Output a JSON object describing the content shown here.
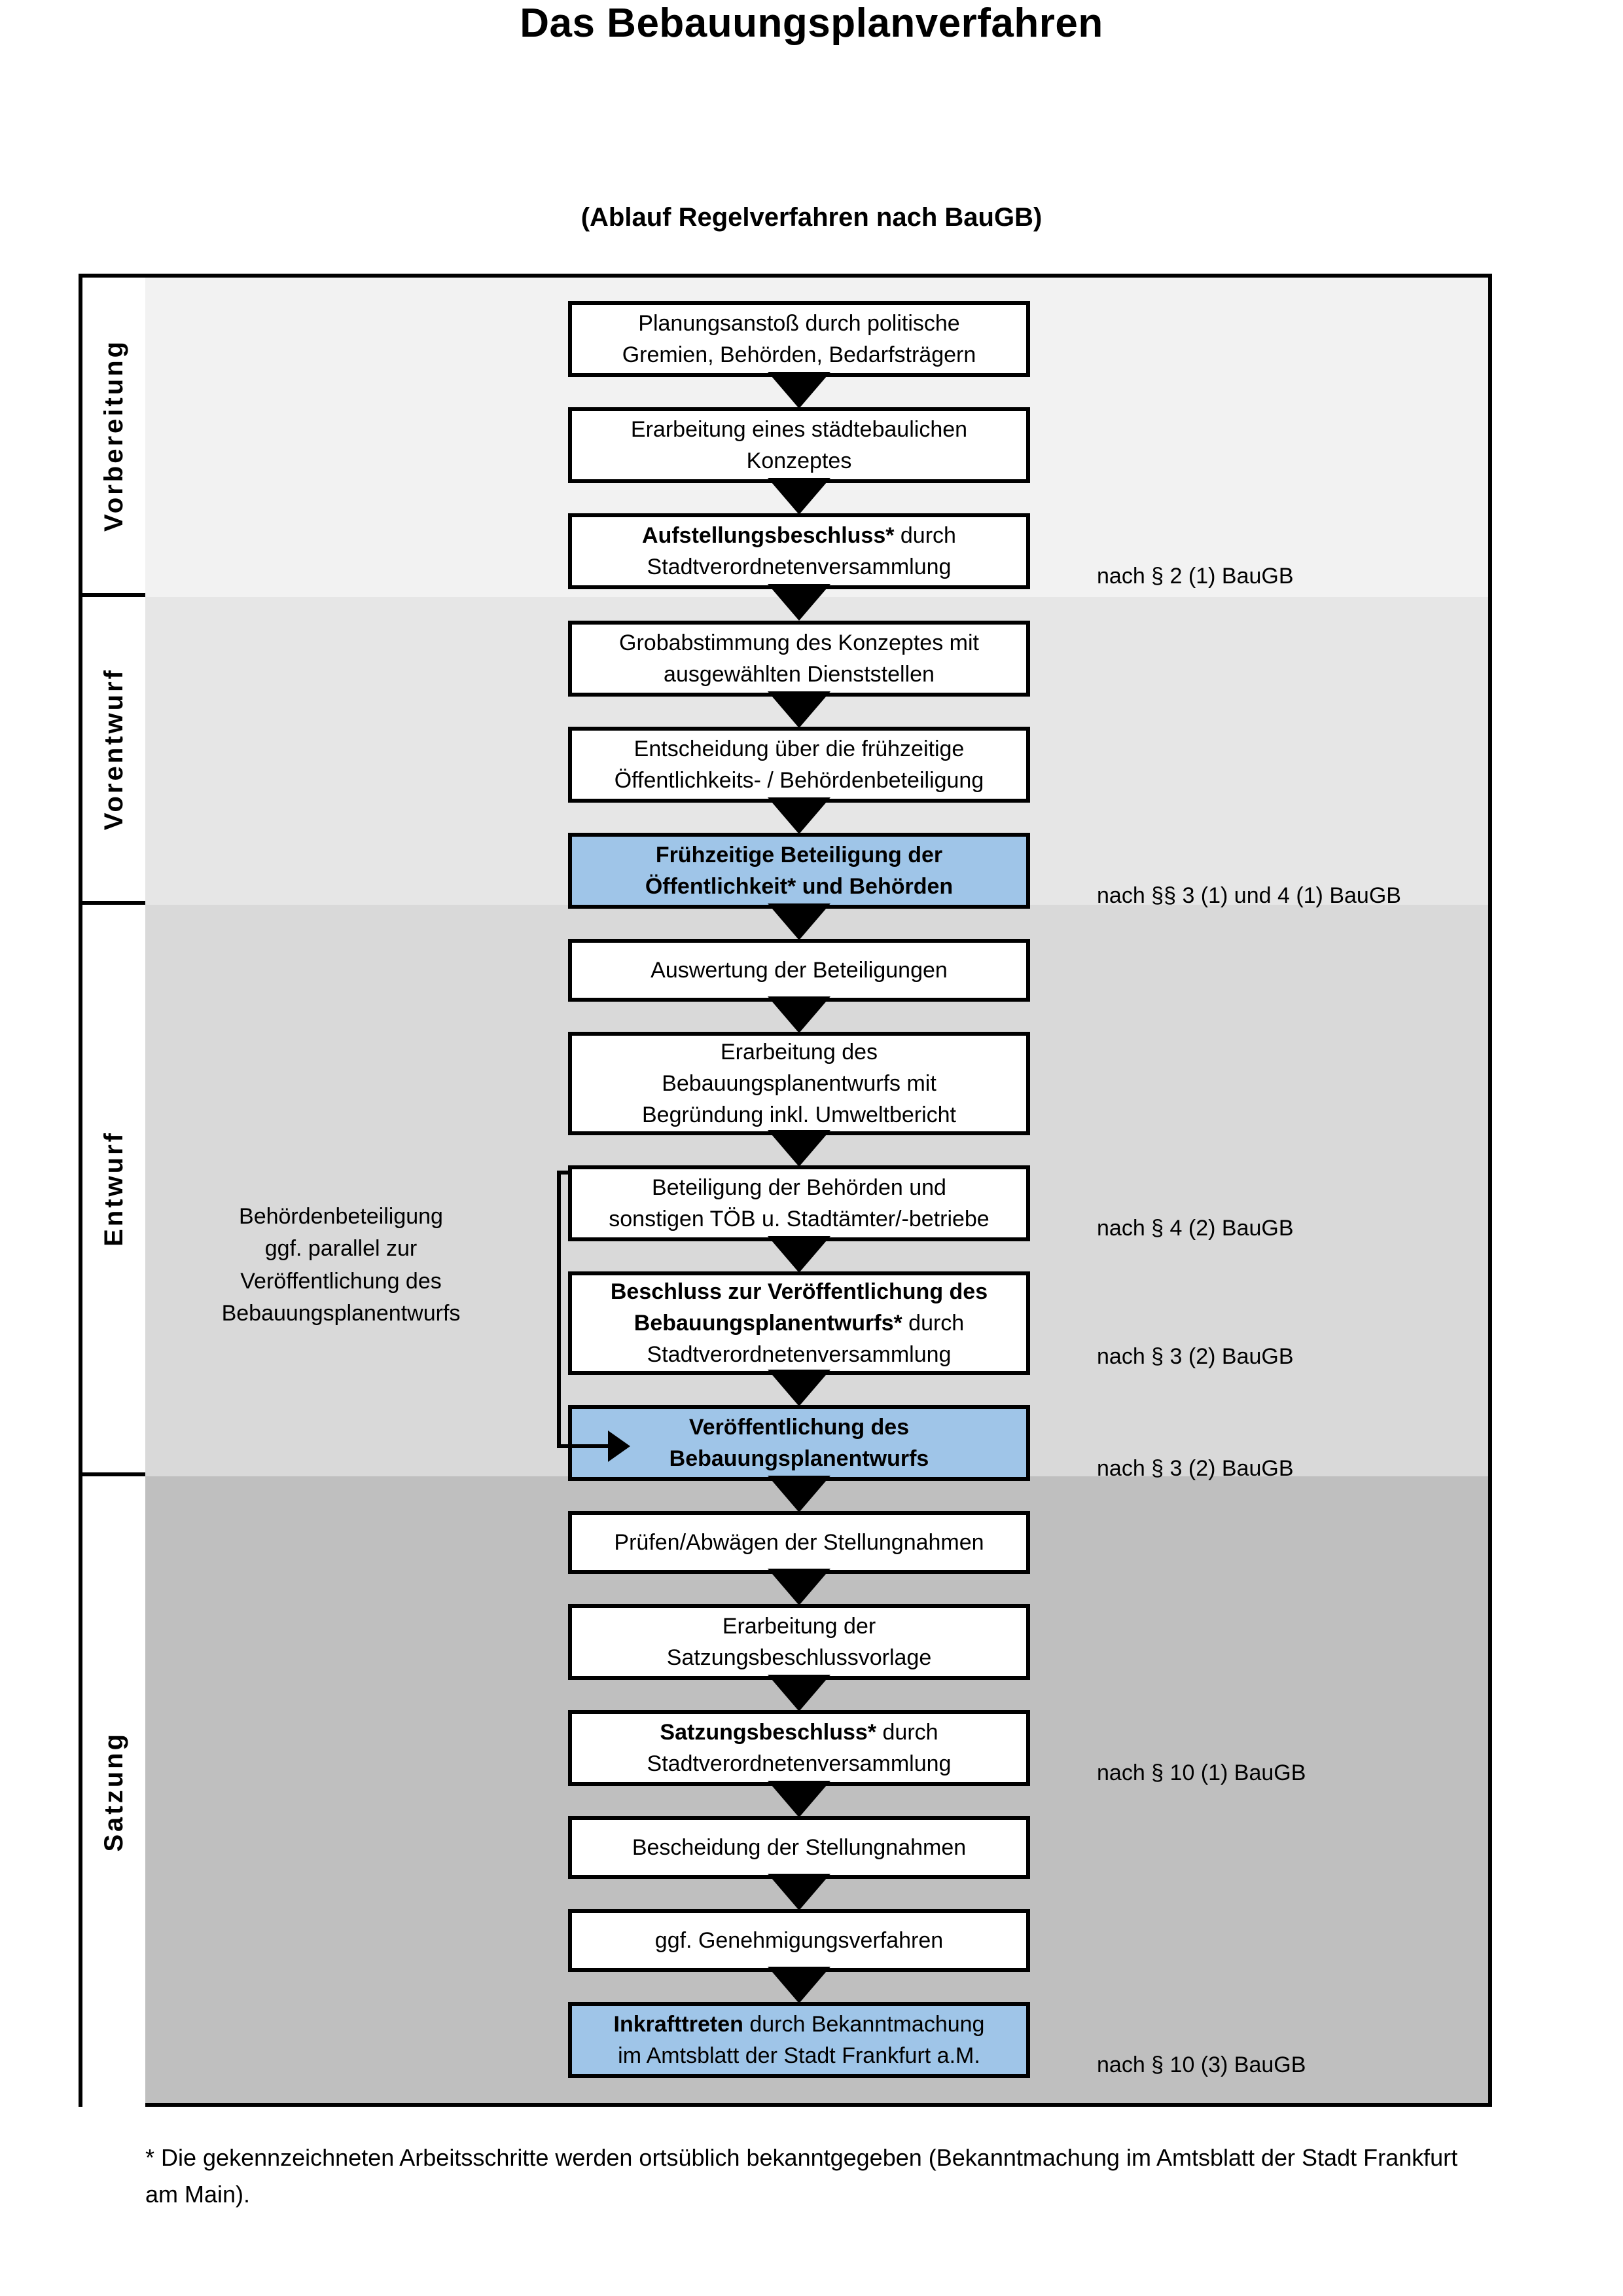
{
  "title": "Das Bebauungsplanverfahren",
  "subtitle": "(Ablauf Regelverfahren nach BauGB)",
  "colors": {
    "highlight_blue": "#9fc5e8",
    "band_vorbereitung": "#f2f2f2",
    "band_vorentwurf": "#e6e6e6",
    "band_entwurf": "#d9d9d9",
    "band_satzung": "#bfbfbf",
    "box_border": "#000000"
  },
  "phases": [
    {
      "label": "Vorbereitung"
    },
    {
      "label": "Vorentwurf"
    },
    {
      "label": "Entwurf"
    },
    {
      "label": "Satzung"
    }
  ],
  "steps": [
    {
      "id": "planungsanstoss",
      "line1": "Planungsanstoß durch politische",
      "line2": "Gremien, Behörden, Bedarfsträgern",
      "bold": false,
      "highlight": false
    },
    {
      "id": "staedtebauliches-konzept",
      "line1": "Erarbeitung eines städtebaulichen",
      "line2": "Konzeptes",
      "bold": false,
      "highlight": false
    },
    {
      "id": "aufstellungsbeschluss",
      "line1_bold": "Aufstellungsbeschluss*",
      "line1_rest": " durch",
      "line2": "Stadtverordnetenversammlung",
      "highlight": false
    },
    {
      "id": "grobabstimmung",
      "line1": "Grobabstimmung des Konzeptes mit",
      "line2": "ausgewählten Dienststellen",
      "bold": false,
      "highlight": false
    },
    {
      "id": "entscheidung-fruehzeitige",
      "line1": "Entscheidung über die frühzeitige",
      "line2": "Öffentlichkeits- / Behördenbeteiligung",
      "bold": false,
      "highlight": false
    },
    {
      "id": "fruehzeitige-beteiligung",
      "line1": "Frühzeitige Beteiligung der",
      "line2": "Öffentlichkeit* und Behörden",
      "bold": true,
      "highlight": true
    },
    {
      "id": "auswertung-beteiligungen",
      "line1": "Auswertung der Beteiligungen",
      "bold": false,
      "highlight": false
    },
    {
      "id": "erarbeitung-entwurf",
      "line1": "Erarbeitung des",
      "line2": "Bebauungsplanentwurfs mit",
      "line3": "Begründung inkl. Umweltbericht",
      "bold": false,
      "highlight": false
    },
    {
      "id": "beteiligung-behoerden",
      "line1": "Beteiligung der Behörden und",
      "line2": "sonstigen TÖB u. Stadtämter/-betriebe",
      "bold": false,
      "highlight": false
    },
    {
      "id": "beschluss-veroeffentlichung",
      "line1_bold": "Beschluss zur Veröffentlichung des",
      "line2_bold": "Bebauungsplanentwurfs*",
      "line2_rest": " durch",
      "line3": "Stadtverordnetenversammlung",
      "highlight": false
    },
    {
      "id": "veroeffentlichung-entwurf",
      "line1": "Veröffentlichung des",
      "line2": "Bebauungsplanentwurfs",
      "bold": true,
      "highlight": true
    },
    {
      "id": "pruefen-abwaegen",
      "line1": "Prüfen/Abwägen der Stellungnahmen",
      "bold": false,
      "highlight": false
    },
    {
      "id": "satzungsbeschlussvorlage",
      "line1": "Erarbeitung der",
      "line2": "Satzungsbeschlussvorlage",
      "bold": false,
      "highlight": false
    },
    {
      "id": "satzungsbeschluss",
      "line1_bold": "Satzungsbeschluss*",
      "line1_rest": " durch",
      "line2": "Stadtverordnetenversammlung",
      "highlight": false
    },
    {
      "id": "bescheidung-stellungnahmen",
      "line1": "Bescheidung der Stellungnahmen",
      "bold": false,
      "highlight": false
    },
    {
      "id": "genehmigungsverfahren",
      "line1": "ggf. Genehmigungsverfahren",
      "bold": false,
      "highlight": false
    },
    {
      "id": "inkrafttreten",
      "line1_bold": "Inkrafttreten",
      "line1_rest": " durch Bekanntmachung",
      "line2": "im Amtsblatt der Stadt Frankfurt a.M.",
      "highlight": true
    }
  ],
  "annotations": [
    {
      "id": "ann-par2-1",
      "text": "nach § 2 (1) BauGB"
    },
    {
      "id": "ann-par3-1-4-1",
      "text": "nach §§ 3 (1) und 4 (1) BauGB"
    },
    {
      "id": "ann-par4-2",
      "text": "nach § 4 (2) BauGB"
    },
    {
      "id": "ann-par3-2-a",
      "text": "nach § 3 (2) BauGB"
    },
    {
      "id": "ann-par3-2-b",
      "text": "nach § 3 (2) BauGB"
    },
    {
      "id": "ann-par10-1",
      "text": "nach § 10 (1) BauGB"
    },
    {
      "id": "ann-par10-3",
      "text": "nach § 10 (3) BauGB"
    }
  ],
  "side_note": {
    "line1": "Behördenbeteiligung",
    "line2": "ggf. parallel zur",
    "line3": "Veröffentlichung des",
    "line4": "Bebauungsplanentwurfs"
  },
  "footnote": "* Die gekennzeichneten Arbeitsschritte werden ortsüblich bekanntgegeben (Bekanntmachung im Amtsblatt  der Stadt Frankfurt am Main)."
}
